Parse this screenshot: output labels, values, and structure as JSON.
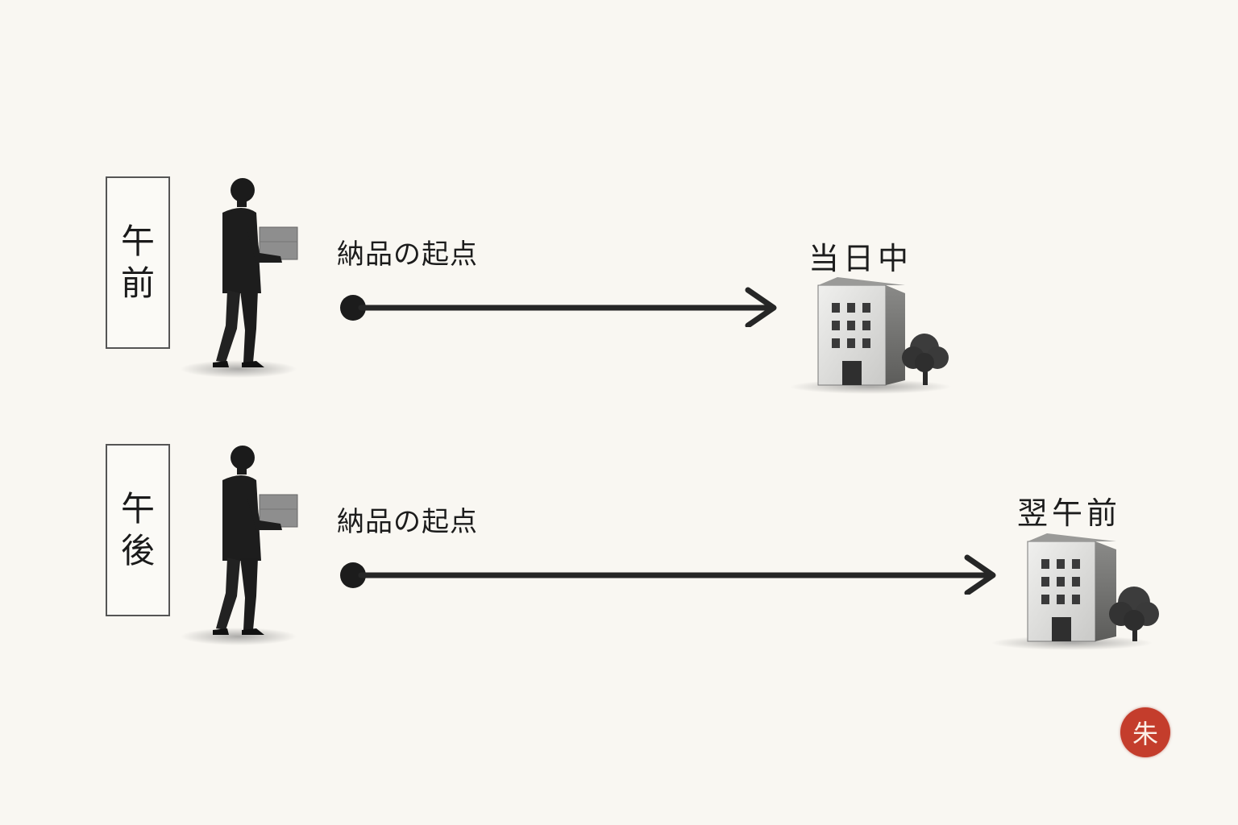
{
  "rows": [
    {
      "time_label": [
        "午",
        "前"
      ],
      "origin_label": "納品の起点",
      "destination_label": "当日中"
    },
    {
      "time_label": [
        "午",
        "後"
      ],
      "origin_label": "納品の起点",
      "destination_label": "翌午前"
    }
  ],
  "seal": {
    "text": "朱",
    "color": "#c43d2c"
  },
  "colors": {
    "ink": "#1e1e1e",
    "paper": "#f9f7f2"
  }
}
